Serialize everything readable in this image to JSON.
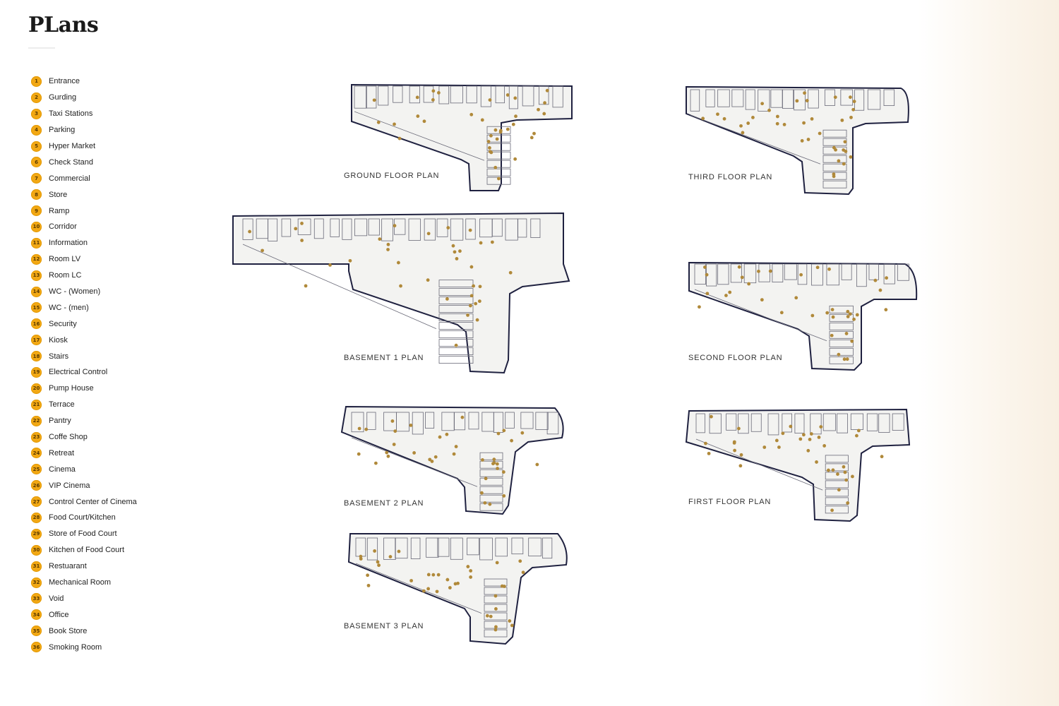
{
  "page": {
    "title": "PLans",
    "accent_color": "#f2a814",
    "line_color": "#1f2140"
  },
  "legend": [
    {
      "number": "1",
      "label": "Entrance"
    },
    {
      "number": "2",
      "label": "Gurding"
    },
    {
      "number": "3",
      "label": "Taxi Stations"
    },
    {
      "number": "4",
      "label": "Parking"
    },
    {
      "number": "5",
      "label": "Hyper Market"
    },
    {
      "number": "6",
      "label": "Check Stand"
    },
    {
      "number": "7",
      "label": "Commercial"
    },
    {
      "number": "8",
      "label": "Store"
    },
    {
      "number": "9",
      "label": "Ramp"
    },
    {
      "number": "10",
      "label": "Corridor"
    },
    {
      "number": "11",
      "label": "Information"
    },
    {
      "number": "12",
      "label": "Room LV"
    },
    {
      "number": "13",
      "label": "Room LC"
    },
    {
      "number": "14",
      "label": "WC - (Women)"
    },
    {
      "number": "15",
      "label": "WC - (men)"
    },
    {
      "number": "16",
      "label": "Security"
    },
    {
      "number": "17",
      "label": "Kiosk"
    },
    {
      "number": "18",
      "label": "Stairs"
    },
    {
      "number": "19",
      "label": "Electrical Control"
    },
    {
      "number": "20",
      "label": "Pump House"
    },
    {
      "number": "21",
      "label": "Terrace"
    },
    {
      "number": "22",
      "label": "Pantry"
    },
    {
      "number": "23",
      "label": "Coffe Shop"
    },
    {
      "number": "24",
      "label": "Retreat"
    },
    {
      "number": "25",
      "label": "Cinema"
    },
    {
      "number": "26",
      "label": "VIP Cinema"
    },
    {
      "number": "27",
      "label": "Control Center of Cinema"
    },
    {
      "number": "28",
      "label": "Food Court/Kitchen"
    },
    {
      "number": "29",
      "label": "Store of Food Court"
    },
    {
      "number": "30",
      "label": "Kitchen of Food Court"
    },
    {
      "number": "31",
      "label": "Restuarant"
    },
    {
      "number": "32",
      "label": "Mechanical Room"
    },
    {
      "number": "33",
      "label": "Void"
    },
    {
      "number": "34",
      "label": "Office"
    },
    {
      "number": "35",
      "label": "Book Store"
    },
    {
      "number": "36",
      "label": "Smoking Room"
    }
  ],
  "plans": {
    "ground_floor": "GROUND FLOOR PLAN",
    "third_floor": "THIRD FLOOR PLAN",
    "basement_1": "BASEMENT 1 PLAN",
    "second_floor": "SECOND FLOOR PLAN",
    "basement_2": "BASEMENT 2 PLAN",
    "first_floor": "FIRST FLOOR PLAN",
    "basement_3": "BASEMENT 3 PLAN"
  }
}
